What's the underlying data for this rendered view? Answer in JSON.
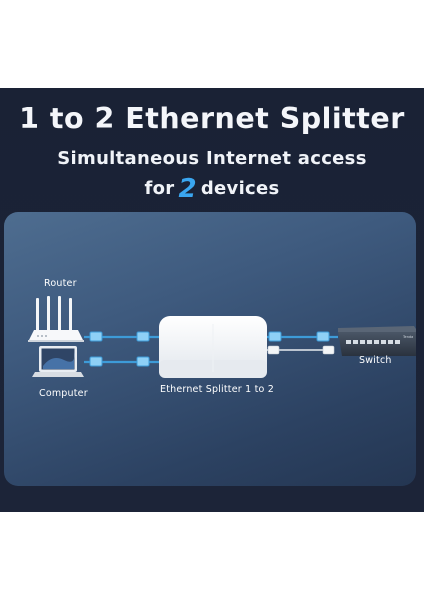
{
  "heading": {
    "title": "1 to 2 Ethernet Splitter",
    "line1": "Simultaneous Internet access",
    "line2_pre": "for",
    "line2_num": "2",
    "line2_post": "devices"
  },
  "diagram": {
    "router_label": "Router",
    "computer_label": "Computer",
    "splitter_label": "Ethernet Splitter 1 to 2",
    "switch_label": "Switch",
    "switch_brand": "Tenda"
  },
  "colors": {
    "banner_bg": "#1b2336",
    "accent": "#3aa6f0",
    "cable": "#3d9bd8",
    "panel_top": "#4e6d90",
    "panel_bottom": "#243652"
  },
  "icons": [
    "router-icon",
    "laptop-icon",
    "splitter-device",
    "switch-icon",
    "ethernet-connector-icon",
    "usb-cable-icon"
  ]
}
